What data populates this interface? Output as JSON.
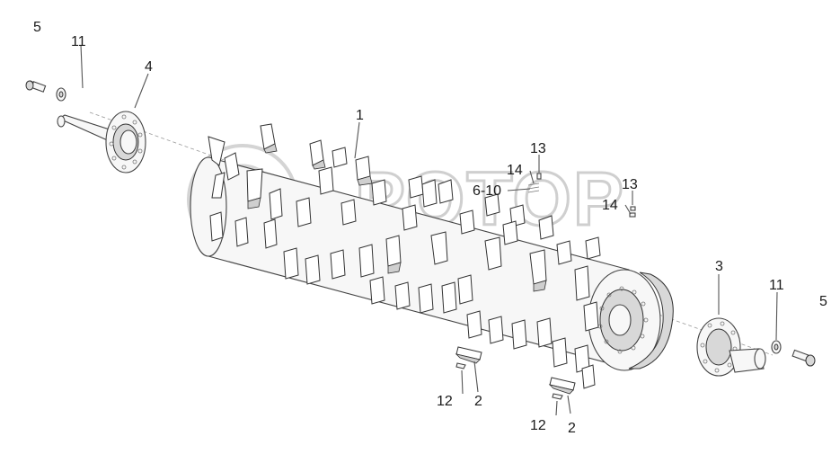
{
  "watermark": {
    "text": "РОТОР"
  },
  "labels": [
    {
      "id": "label-5-left",
      "text": "5"
    },
    {
      "id": "label-11-left",
      "text": "11"
    },
    {
      "id": "label-4",
      "text": "4"
    },
    {
      "id": "label-1",
      "text": "1"
    },
    {
      "id": "label-13-top",
      "text": "13"
    },
    {
      "id": "label-14-top",
      "text": "14"
    },
    {
      "id": "label-6-10",
      "text": "6-10"
    },
    {
      "id": "label-13-right",
      "text": "13"
    },
    {
      "id": "label-14-right",
      "text": "14"
    },
    {
      "id": "label-3",
      "text": "3"
    },
    {
      "id": "label-11-right",
      "text": "11"
    },
    {
      "id": "label-5-right",
      "text": "5"
    },
    {
      "id": "label-12-left",
      "text": "12"
    },
    {
      "id": "label-2-left",
      "text": "2"
    },
    {
      "id": "label-12-right",
      "text": "12"
    },
    {
      "id": "label-2-right",
      "text": "2"
    }
  ]
}
